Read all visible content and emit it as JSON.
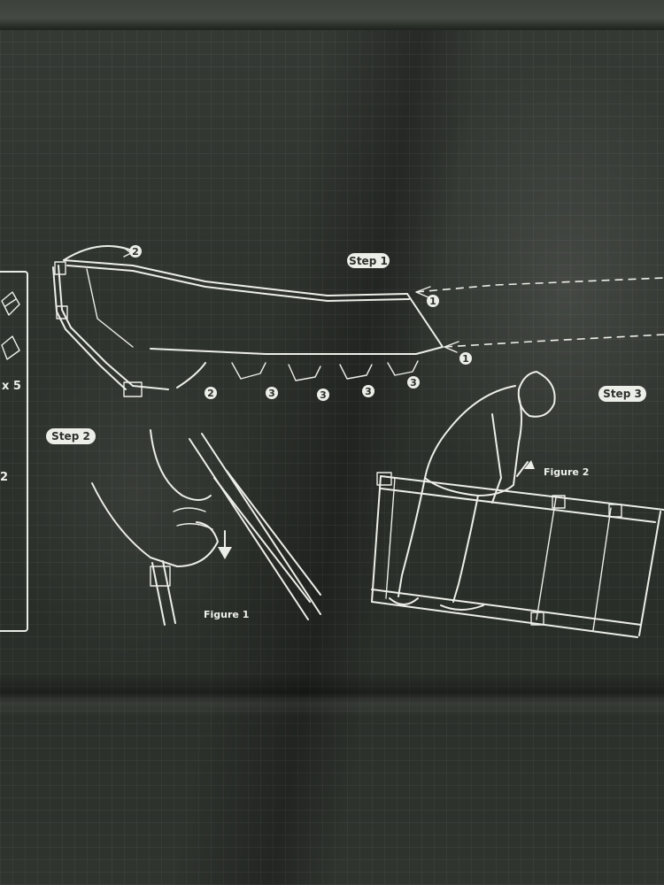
{
  "instructions": {
    "step1_label": "Step 1",
    "step2_label": "Step 2",
    "step3_label": "Step 3",
    "figure1_label": "Figure 1",
    "figure2_label": "Figure 2",
    "marker_1": "1",
    "marker_2": "2",
    "marker_3": "3"
  },
  "side_panel": {
    "quantity_text": "x 5",
    "partial_text": "2"
  },
  "colors": {
    "fabric": "#2c302b",
    "print": "#eceee8"
  }
}
